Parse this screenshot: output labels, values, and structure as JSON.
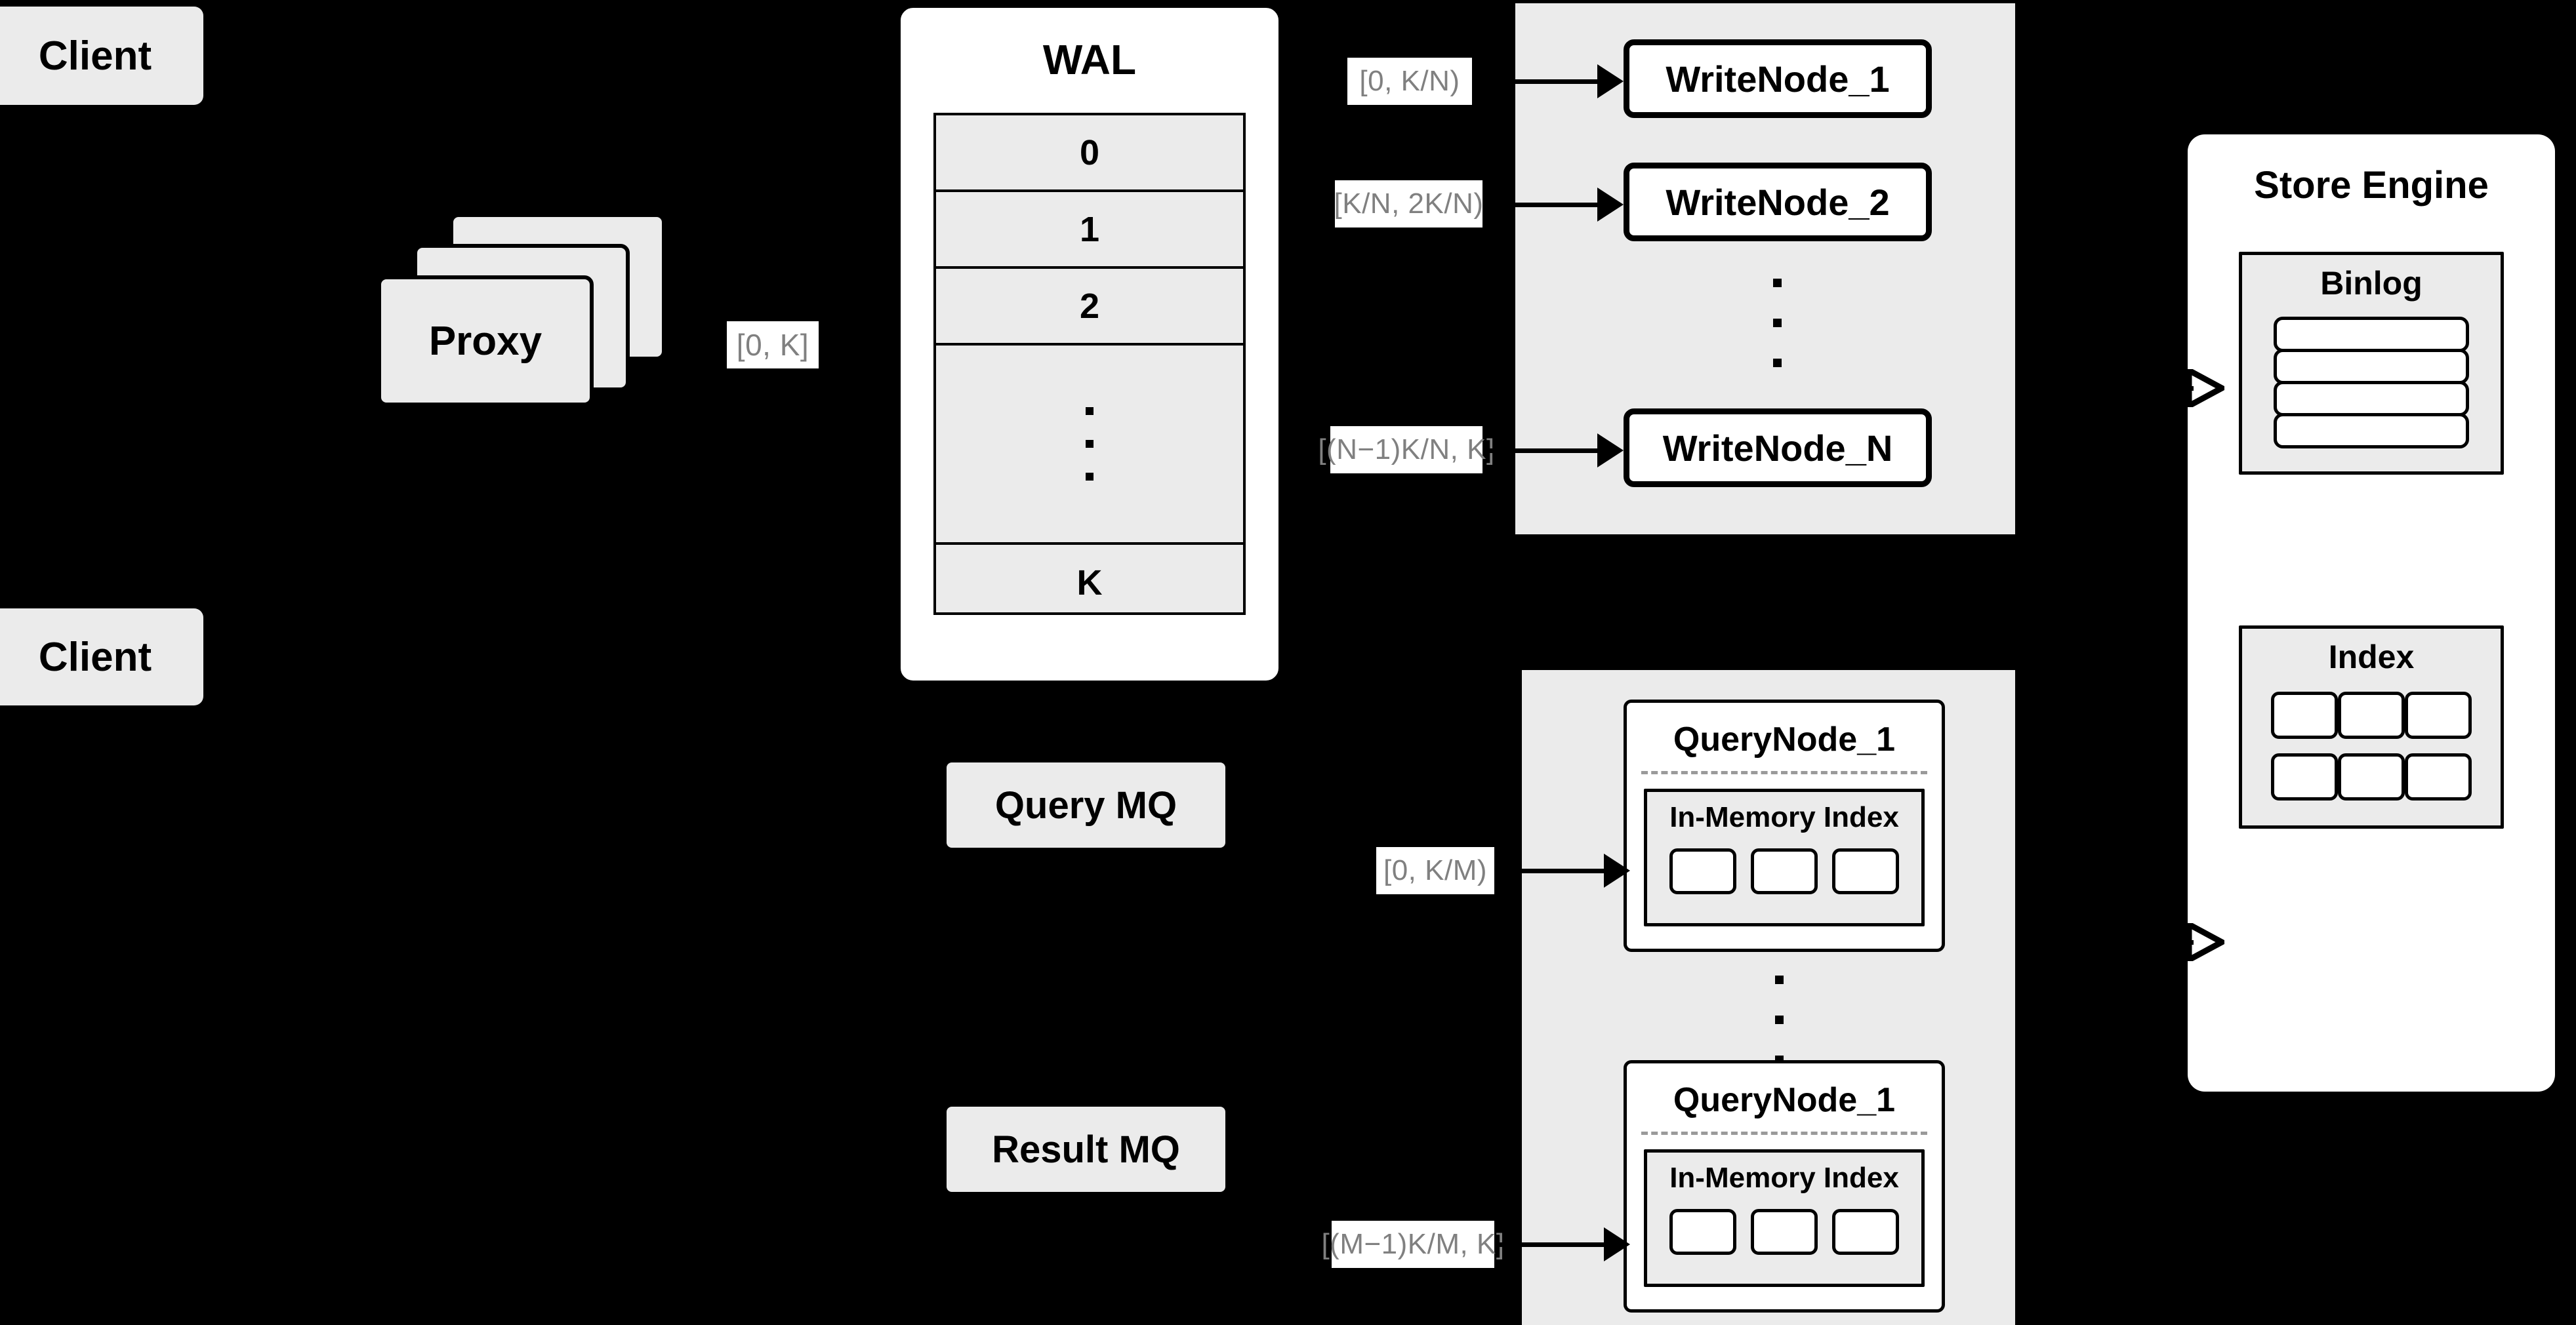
{
  "diagram": {
    "title": "Distributed Vector Database Write/Query Architecture",
    "background_color": "#000000",
    "node_fill": "#ebebeb",
    "panel_fill": "#ffffff",
    "label_text_color": "#808080",
    "label_bg_color": "#ffffff",
    "stroke_color": "#000000"
  },
  "clients": [
    {
      "label": "Client"
    },
    {
      "label": "Client"
    }
  ],
  "proxy": {
    "label": "Proxy",
    "stack_layers": 3,
    "outgoing_range_label": "[0, K]"
  },
  "wal": {
    "title": "WAL",
    "entries": [
      "0",
      "1",
      "2",
      "⋮",
      "K"
    ]
  },
  "write_cluster": {
    "nodes": [
      {
        "label": "WriteNode_1",
        "range_label": "[0,  K/N)"
      },
      {
        "label": "WriteNode_2",
        "range_label": "[K/N, 2K/N)"
      },
      {
        "label": "WriteNode_N",
        "range_label": "[(N−1)K/N,  K]"
      }
    ],
    "ellipsis": "⋮"
  },
  "query_cluster": {
    "nodes": [
      {
        "label": "QueryNode_1",
        "range_label": "[0, K/M)",
        "index": {
          "label": "In-Memory Index",
          "segment_count": 3
        }
      },
      {
        "label": "QueryNode_1",
        "range_label": "[(M−1)K/M, K]",
        "index": {
          "label": "In-Memory Index",
          "segment_count": 3
        }
      }
    ],
    "ellipsis": "⋮"
  },
  "message_queues": [
    {
      "label": "Query MQ"
    },
    {
      "label": "Result MQ"
    }
  ],
  "store_engine": {
    "title": "Store Engine",
    "binlog": {
      "label": "Binlog",
      "segment_count": 4
    },
    "index": {
      "label": "Index",
      "segment_count": 6,
      "rows": 2,
      "cols": 3
    }
  }
}
